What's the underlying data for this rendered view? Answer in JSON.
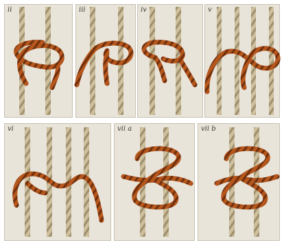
{
  "panels": [
    {
      "id": "ii",
      "label": "ii"
    },
    {
      "id": "iii",
      "label": "iii"
    },
    {
      "id": "iv",
      "label": "iv"
    },
    {
      "id": "v",
      "label": "v"
    },
    {
      "id": "vi",
      "label": "vi"
    },
    {
      "id": "vii-a",
      "label": "vii a"
    },
    {
      "id": "vii-b",
      "label": "vii b"
    }
  ],
  "colors": {
    "background": "#e9e4da",
    "rope_light": "#cdbf9c",
    "rope_light_shadow": "#9d8f6e",
    "rope_dark": "#b5561c",
    "rope_dark_shadow": "#6e2f0d"
  }
}
